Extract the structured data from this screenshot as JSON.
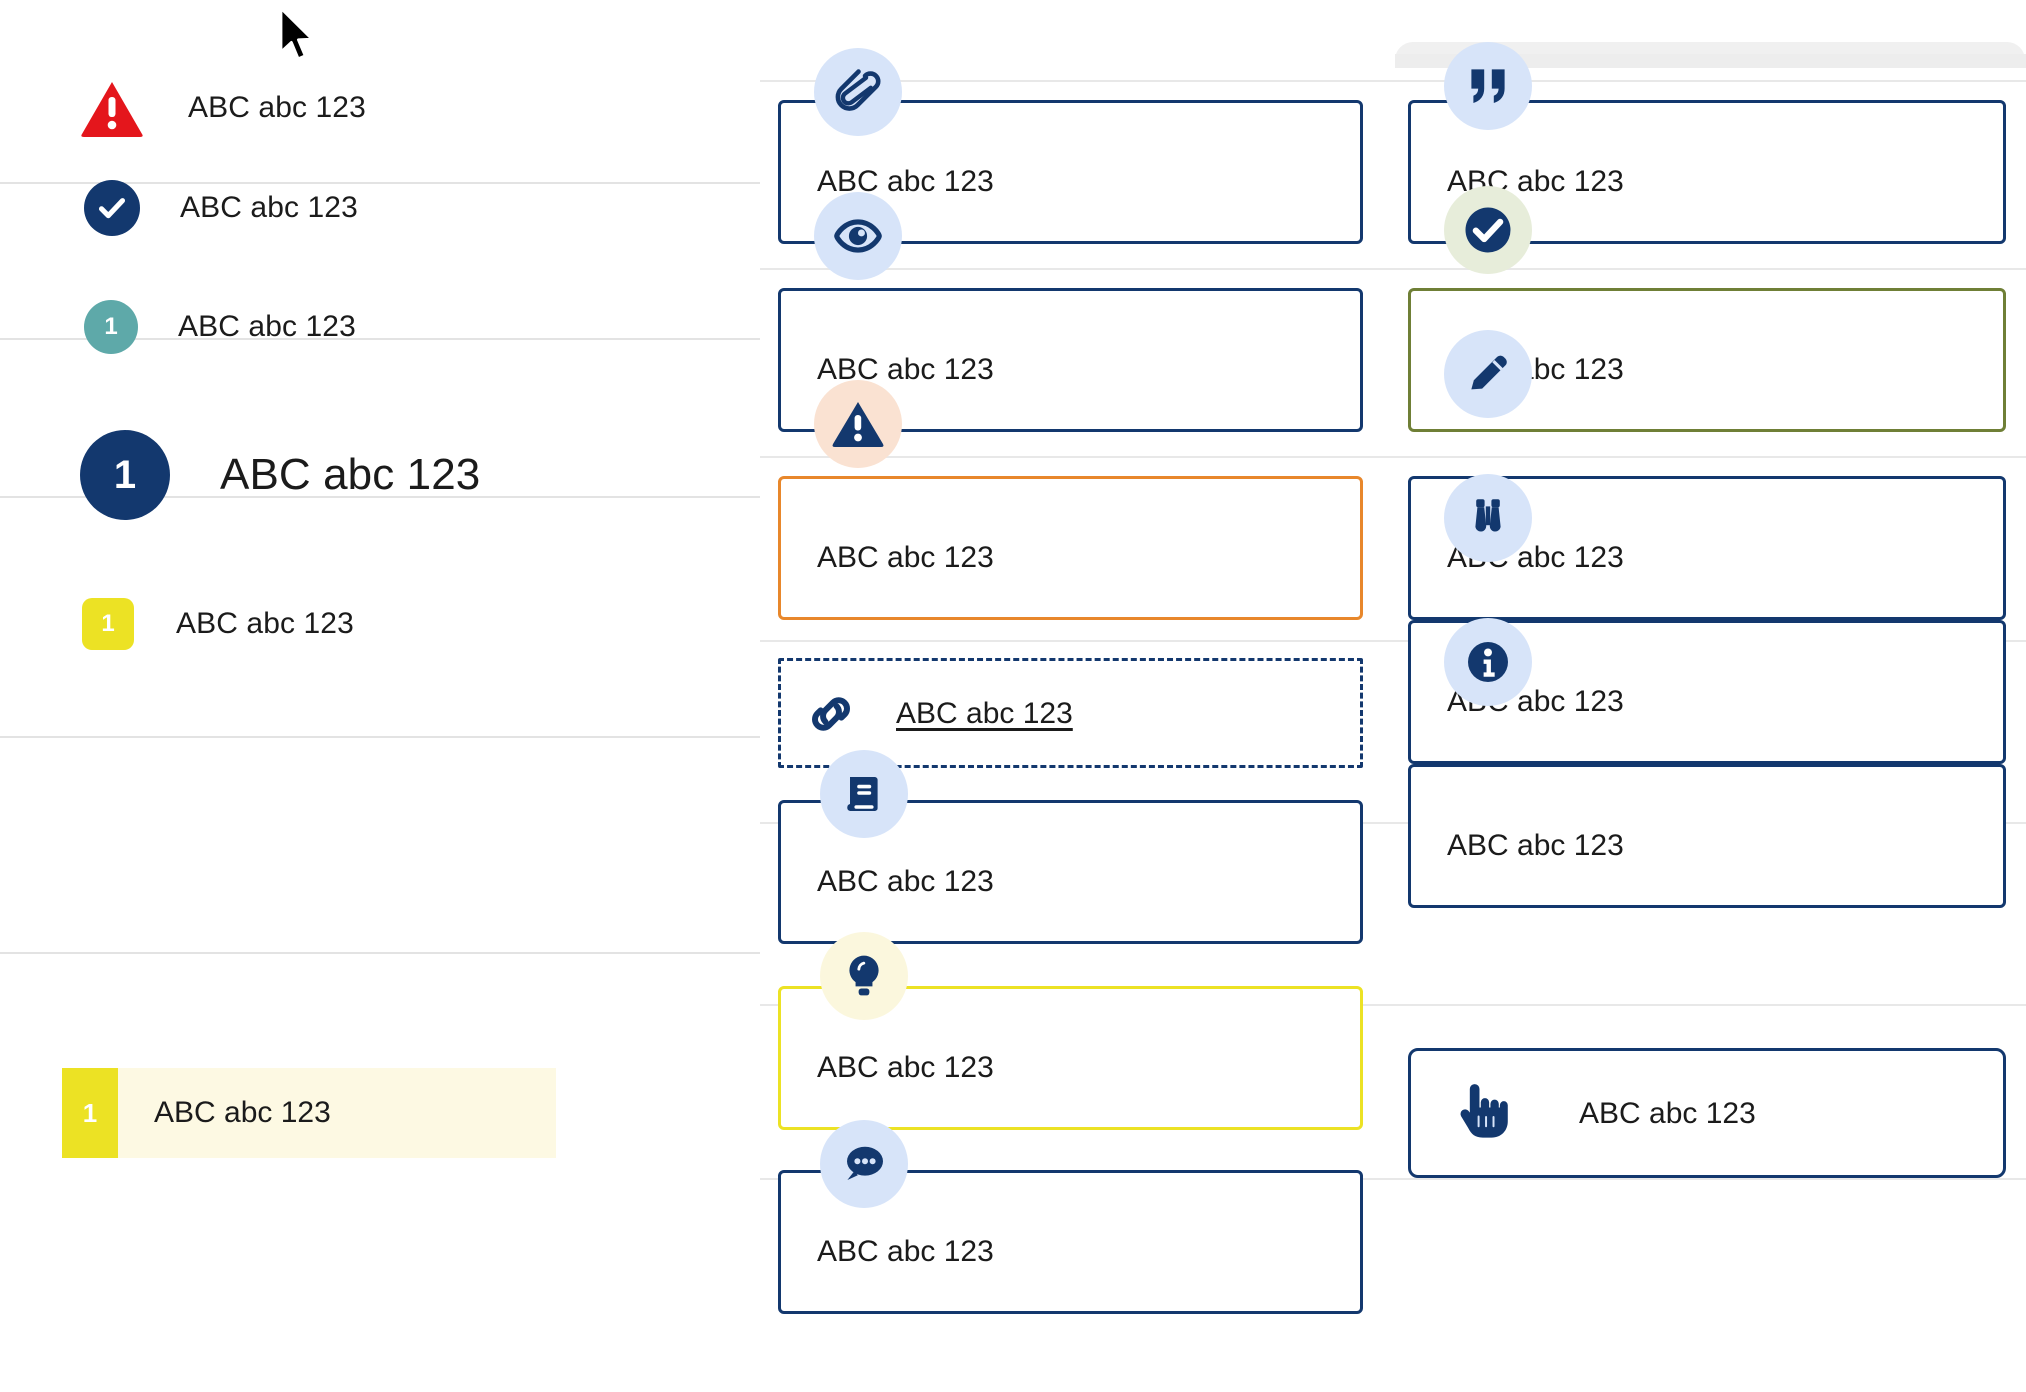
{
  "sample_text": "ABC abc 123",
  "left_panel": {
    "rows": [
      {
        "icon": "warning-triangle-icon",
        "badge_color": "#e4161c",
        "label": "ABC abc 123",
        "number": ""
      },
      {
        "icon": "check-circle-icon",
        "badge_color": "#13386e",
        "label": "ABC abc 123",
        "number": ""
      },
      {
        "icon": "number-badge-teal",
        "badge_color": "#5ea9a9",
        "label": "ABC abc 123",
        "number": "1"
      },
      {
        "icon": "number-badge-navy-large",
        "badge_color": "#13386e",
        "label": "ABC abc 123",
        "number": "1"
      },
      {
        "icon": "number-badge-yellow",
        "badge_color": "#ece224",
        "label": "ABC abc 123",
        "number": "1"
      }
    ],
    "highlighted_row": {
      "icon": "number-badge-yellow",
      "number": "1",
      "label": "ABC abc 123",
      "bar_color": "#ece224",
      "background_color": "#fdf9e3"
    }
  },
  "middle_column": {
    "cards": [
      {
        "icon": "paperclip-icon",
        "label": "ABC abc 123",
        "border_color": "#13386e",
        "medallion_color": "#d7e4f9",
        "style": "solid"
      },
      {
        "icon": "eye-icon",
        "label": "ABC abc 123",
        "border_color": "#13386e",
        "medallion_color": "#d7e4f9",
        "style": "solid"
      },
      {
        "icon": "warning-triangle-icon",
        "label": "ABC abc 123",
        "border_color": "#e8872b",
        "medallion_color": "#fae2d2",
        "style": "solid"
      },
      {
        "icon": "link-icon",
        "label": "ABC abc 123",
        "border_color": "#13386e",
        "medallion_color": "none",
        "style": "dashed"
      },
      {
        "icon": "book-icon",
        "label": "ABC abc 123",
        "border_color": "#13386e",
        "medallion_color": "#d7e4f9",
        "style": "solid"
      },
      {
        "icon": "lightbulb-icon",
        "label": "ABC abc 123",
        "border_color": "#ece224",
        "medallion_color": "#fbf7dd",
        "style": "solid"
      },
      {
        "icon": "comment-bubble-icon",
        "label": "ABC abc 123",
        "border_color": "#13386e",
        "medallion_color": "#d7e4f9",
        "style": "solid"
      }
    ]
  },
  "right_column": {
    "cards": [
      {
        "icon": "quote-icon",
        "label": "ABC abc 123",
        "border_color": "#13386e",
        "medallion_color": "#d7e4f9",
        "style": "solid"
      },
      {
        "icon": "check-circle-icon",
        "label": "ABC abc 123",
        "border_color": "#6f7f36",
        "medallion_color": "#e7edda",
        "style": "solid"
      },
      {
        "icon": "pencil-icon",
        "label": "ABC abc 123",
        "border_color": "#13386e",
        "medallion_color": "#d7e4f9",
        "style": "solid"
      },
      {
        "icon": "binoculars-icon",
        "label": "ABC abc 123",
        "border_color": "#13386e",
        "medallion_color": "#d7e4f9",
        "style": "solid"
      },
      {
        "icon": "info-circle-icon",
        "label": "ABC abc 123",
        "border_color": "#13386e",
        "medallion_color": "#d7e4f9",
        "style": "solid"
      },
      {
        "icon": "hand-pointer-icon",
        "label": "ABC abc 123",
        "border_color": "#13386e",
        "medallion_color": "none",
        "style": "solid"
      }
    ]
  },
  "colors": {
    "navy": "#13386e",
    "red": "#e4161c",
    "orange": "#e8872b",
    "olive": "#6f7f36",
    "yellow": "#ece224",
    "teal": "#5ea9a9",
    "icon_blue_bg": "#d7e4f9",
    "text": "#1b1b1b"
  }
}
